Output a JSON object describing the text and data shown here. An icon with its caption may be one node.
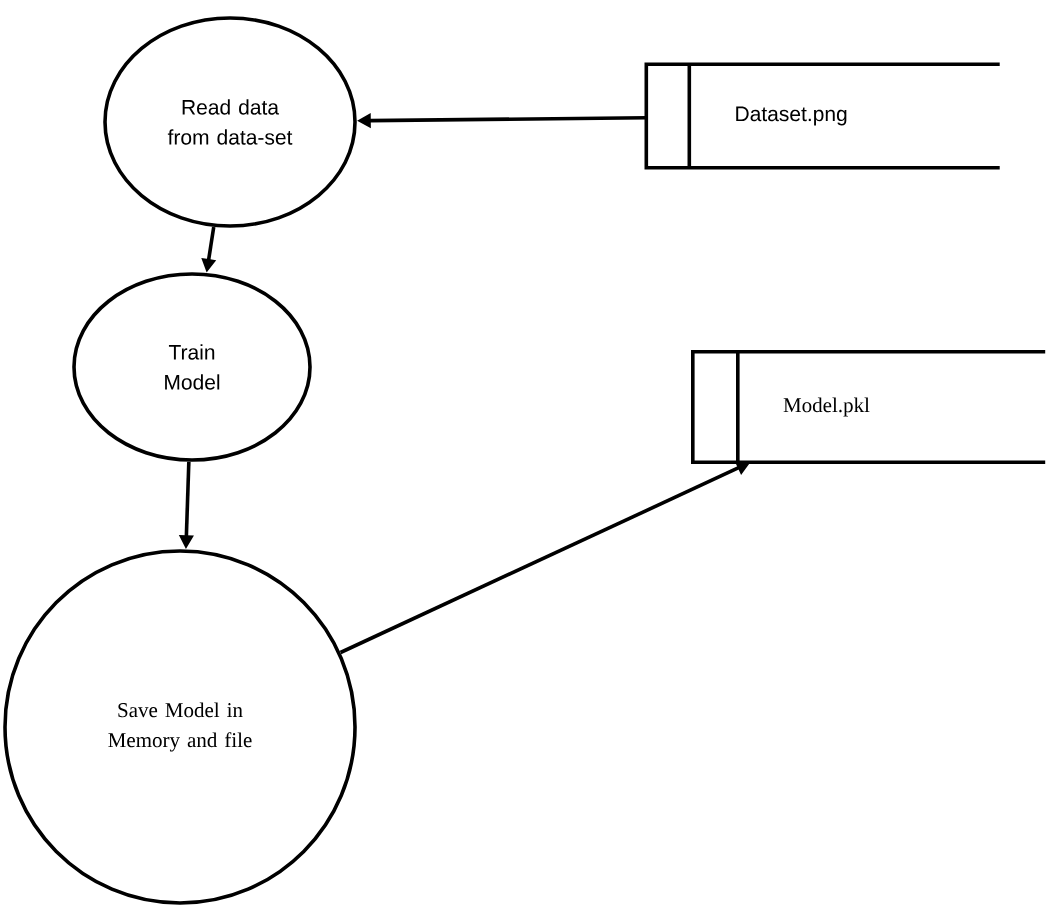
{
  "diagram": {
    "nodes": [
      {
        "text": [
          "Read data from data-set"
        ]
      },
      {
        "text": [
          "Dataset.png"
        ]
      },
      {
        "text": [
          "Train Model"
        ]
      },
      {
        "text": [
          "Save Model in Memory and file"
        ]
      },
      {
        "text": [
          "Model.pkl"
        ]
      }
    ],
    "edges": [
      {
        "from": 1,
        "to": 0,
        "arrow": "to"
      },
      {
        "from": 0,
        "to": 2,
        "arrow": "to"
      },
      {
        "from": 2,
        "to": 3,
        "arrow": "to"
      },
      {
        "from": 3,
        "to": 4,
        "arrow": "to"
      }
    ]
  }
}
